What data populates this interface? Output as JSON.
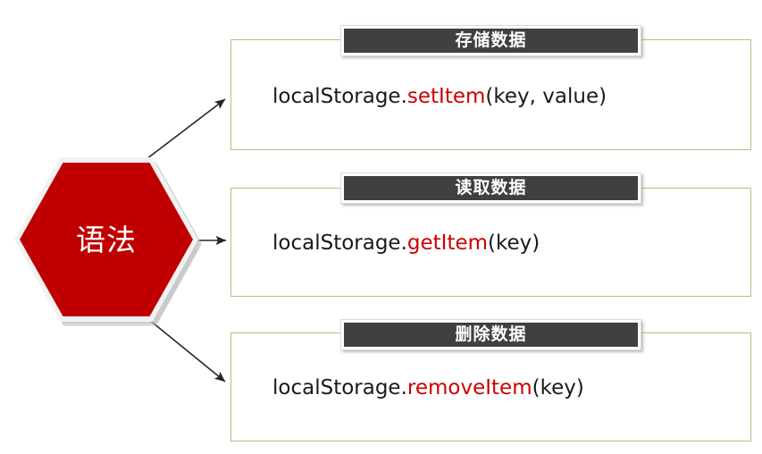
{
  "diagram": {
    "root_node": {
      "label": "语法",
      "shape": "hexagon",
      "fill_color": "#c00000",
      "text_color": "#ffffff"
    },
    "branch_border_color": "#c3b787",
    "header_fill_color": "#404040",
    "code_accent_color": "#cc0000",
    "branches": [
      {
        "header": "存储数据",
        "code_prefix": "localStorage.",
        "code_method": "setItem",
        "code_suffix": "(key, value)"
      },
      {
        "header": "读取数据",
        "code_prefix": "localStorage.",
        "code_method": "getItem",
        "code_suffix": "(key)"
      },
      {
        "header": "删除数据",
        "code_prefix": "localStorage.",
        "code_method": "removeItem",
        "code_suffix": "(key)"
      }
    ]
  }
}
